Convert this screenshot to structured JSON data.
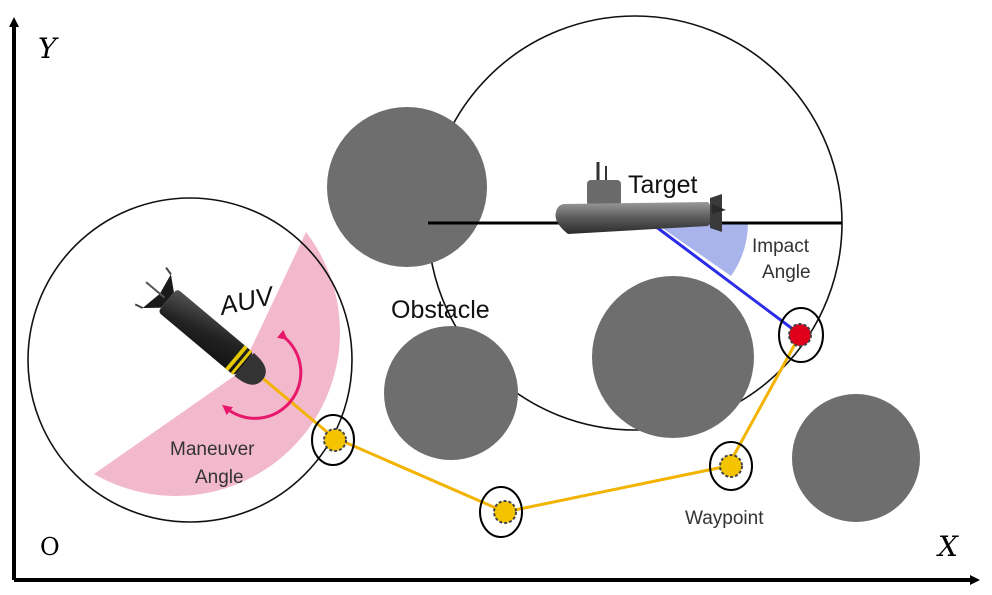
{
  "axes": {
    "y_label": "Y",
    "x_label": "X",
    "origin_label": "O"
  },
  "labels": {
    "target": "Target",
    "auv": "AUV",
    "obstacle": "Obstacle",
    "impact_angle_line1": "Impact",
    "impact_angle_line2": "Angle",
    "maneuver_angle_line1": "Maneuver",
    "maneuver_angle_line2": "Angle",
    "waypoint": "Waypoint"
  },
  "colors": {
    "obstacle": "#6e6e6e",
    "path": "#f2b400",
    "waypoint_fill": "#f5c400",
    "final_waypoint_fill": "#e0001b",
    "maneuver_sector": "#f2b8cc",
    "impact_sector": "#a9b4ec",
    "impact_line": "#2b2bea",
    "rotation_arrow": "#e8176c"
  }
}
